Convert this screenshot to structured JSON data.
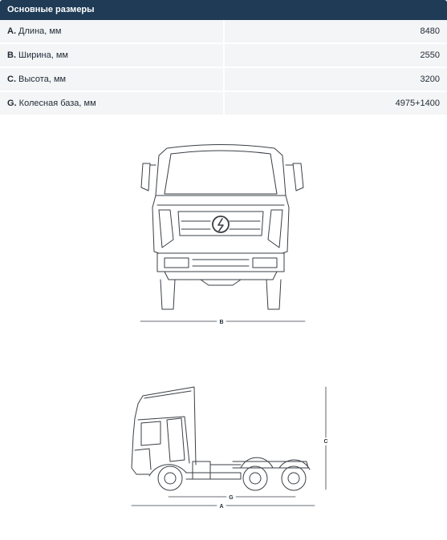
{
  "table": {
    "title": "Основные размеры",
    "rows": [
      {
        "letter": "A.",
        "label": " Длина, мм",
        "value": "8480"
      },
      {
        "letter": "B.",
        "label": " Ширина, мм",
        "value": "2550"
      },
      {
        "letter": "C.",
        "label": " Высота, мм",
        "value": "3200"
      },
      {
        "letter": "G.",
        "label": " Колесная база, мм",
        "value": "4975+1400"
      }
    ]
  },
  "drawings": {
    "front": {
      "width_marker": "B"
    },
    "side": {
      "height_marker": "C",
      "wheelbase_marker": "G",
      "length_marker": "A"
    }
  }
}
